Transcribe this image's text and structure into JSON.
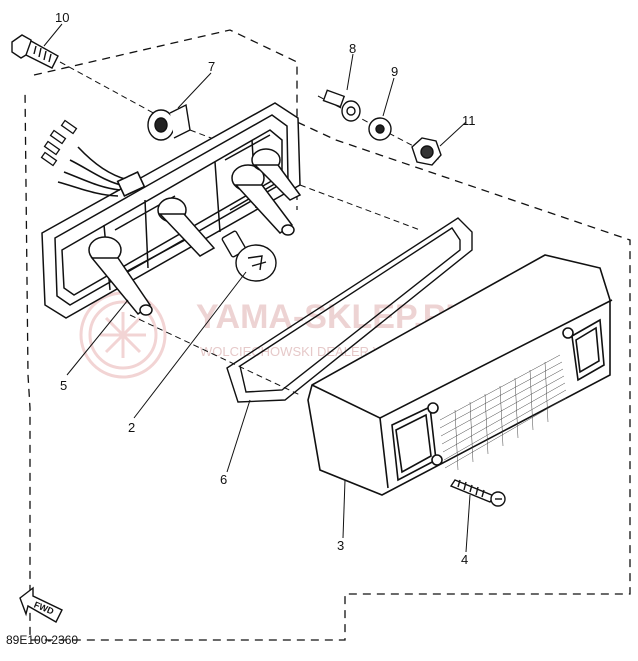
{
  "diagram": {
    "callouts": [
      {
        "id": "1",
        "label": "10"
      },
      {
        "id": "2",
        "label": "7"
      },
      {
        "id": "3",
        "label": "8"
      },
      {
        "id": "4",
        "label": "9"
      },
      {
        "id": "5",
        "label": "11"
      },
      {
        "id": "6",
        "label": "5"
      },
      {
        "id": "7",
        "label": "2"
      },
      {
        "id": "8",
        "label": "6"
      },
      {
        "id": "9",
        "label": "3"
      },
      {
        "id": "10",
        "label": "4"
      }
    ],
    "fwd_label": "FWD",
    "drawing_code": "89E100-2360"
  },
  "watermark": {
    "title": "YAMA-SKLEP.PL",
    "subtitle": "WOLCIECHOWSKI DEALER YAMAHA"
  },
  "colors": {
    "line": "#111111",
    "watermark": "#e9c9c9",
    "background": "#ffffff"
  }
}
